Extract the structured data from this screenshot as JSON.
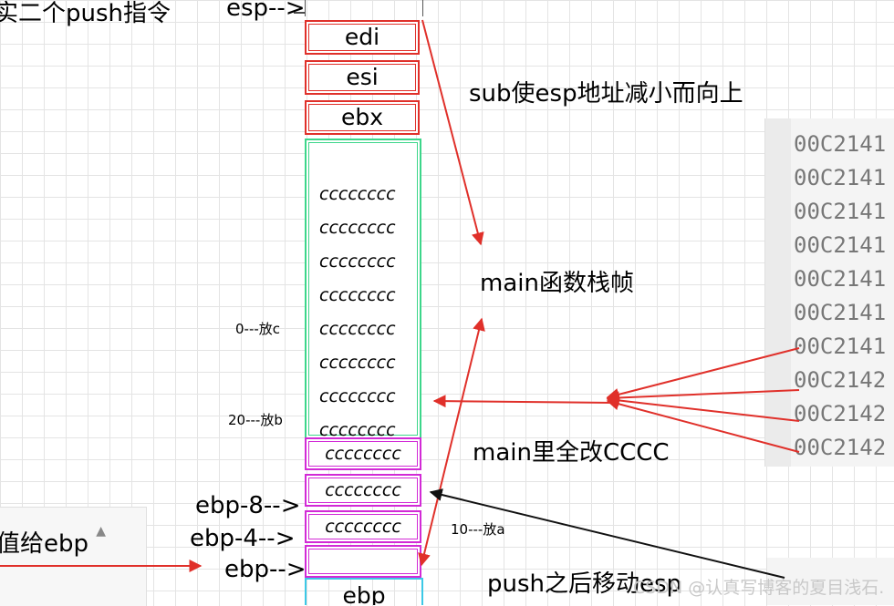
{
  "top_left_text": "实二个push指令",
  "esp_label": "esp-->",
  "registers": [
    "edi",
    "esi",
    "ebx"
  ],
  "annotations": {
    "sub_text": "sub使esp地址减小而向上",
    "main_frame": "main函数栈帧",
    "main_fill": "main里全改CCCC",
    "push_move": "push之后移动esp",
    "left_snippet": "值给ebp",
    "watermark": "CSDN @认真写博客的夏目浅石."
  },
  "offsets": [
    "0---放c",
    "20---放b",
    "10---放a"
  ],
  "cc_cells": [
    "cccccccc",
    "cccccccc",
    "cccccccc",
    "cccccccc",
    "cccccccc",
    "cccccccc",
    "cccccccc",
    "cccccccc"
  ],
  "magenta_cells": [
    "cccccccc",
    "cccccccc",
    "cccccccc",
    ""
  ],
  "ebp_labels": [
    "ebp-8-->",
    "ebp-4-->",
    "ebp-->"
  ],
  "bottom_cell": "ebp",
  "addresses": [
    "00C2141",
    "00C2141",
    "00C2141",
    "00C2141",
    "00C2141",
    "00C2141",
    "00C2141",
    "00C2142",
    "00C2142",
    "00C2142"
  ],
  "colors": {
    "red": "#e0302a",
    "green": "#3cd68a",
    "magenta": "#d22ad6",
    "cyan": "#3cc8e6"
  }
}
